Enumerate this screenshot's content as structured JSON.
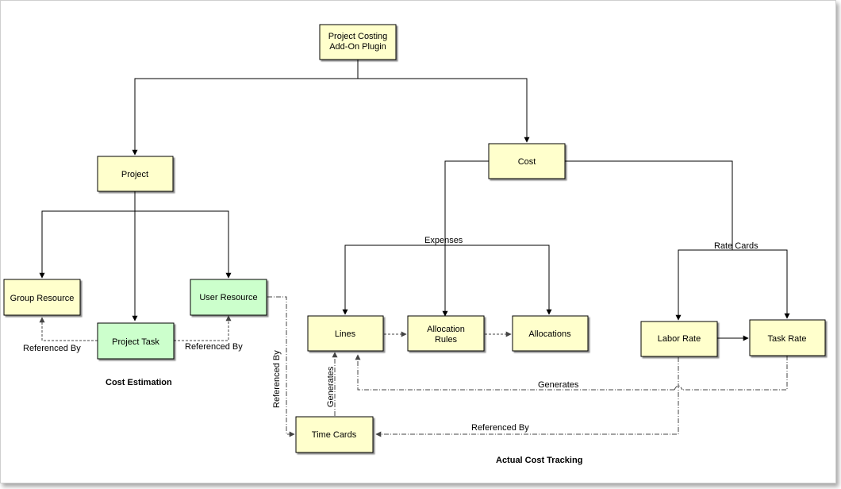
{
  "colors": {
    "yellow_fill": "#ffffcc",
    "green_fill": "#ccffcc",
    "stroke": "#000000"
  },
  "nodes": {
    "root": [
      "Project Costing",
      "Add-On Plugin"
    ],
    "project": [
      "Project"
    ],
    "cost": [
      "Cost"
    ],
    "group_resource": [
      "Group Resource"
    ],
    "user_resource": [
      "User Resource"
    ],
    "project_task": [
      "Project Task"
    ],
    "lines": [
      "Lines"
    ],
    "allocation_rules": [
      "Allocation",
      "Rules"
    ],
    "allocations": [
      "Allocations"
    ],
    "labor_rate": [
      "Labor Rate"
    ],
    "task_rate": [
      "Task Rate"
    ],
    "time_cards": [
      "Time Cards"
    ]
  },
  "edge_labels": {
    "expenses": "Expenses",
    "rate_cards": "Rate Cards",
    "referenced_by_group": "Referenced By",
    "referenced_by_user": "Referenced By",
    "referenced_by_vertical": "Referenced By",
    "generates_vertical": "Generates",
    "generates_horizontal": "Generates",
    "referenced_by_timecards": "Referenced By"
  },
  "captions": {
    "cost_estimation": "Cost Estimation",
    "actual_cost_tracking": "Actual Cost Tracking"
  }
}
